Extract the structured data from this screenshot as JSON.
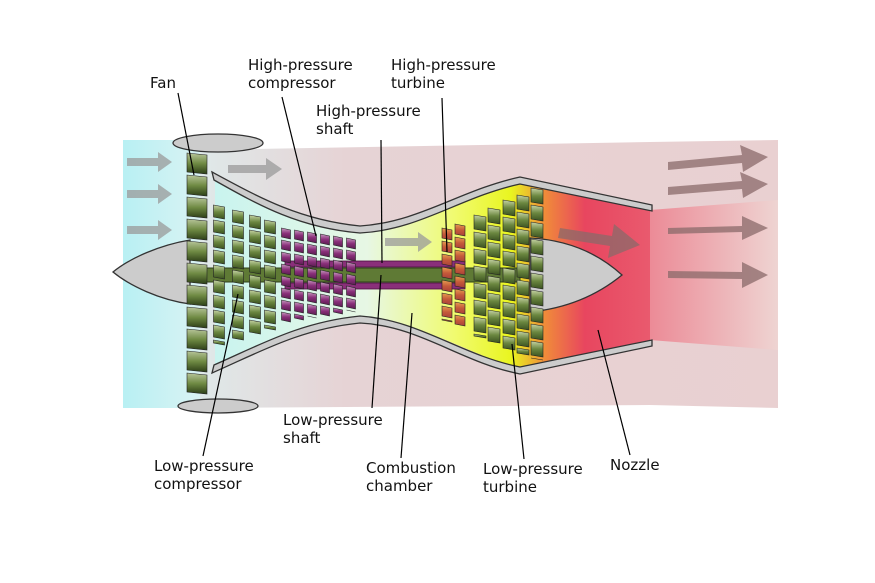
{
  "labels": {
    "fan": "Fan",
    "hp_compressor_1": "High-pressure",
    "hp_compressor_2": "compressor",
    "hp_turbine_1": "High-pressure",
    "hp_turbine_2": "turbine",
    "hp_shaft_1": "High-pressure",
    "hp_shaft_2": "shaft",
    "lp_shaft_1": "Low-pressure",
    "lp_shaft_2": "shaft",
    "lp_compressor_1": "Low-pressure",
    "lp_compressor_2": "compressor",
    "combustion_1": "Combustion",
    "combustion_2": "chamber",
    "lp_turbine_1": "Low-pressure",
    "lp_turbine_2": "turbine",
    "nozzle": "Nozzle"
  },
  "colors": {
    "intake": "#aee8ee",
    "bypass": "#e6cfd1",
    "core_cold": "#d9f7e0",
    "core_hot": "#eefb3a",
    "exhaust": "#e95a70",
    "hp_spool": "#8a2f7a",
    "lp_spool": "#5f7a35"
  }
}
